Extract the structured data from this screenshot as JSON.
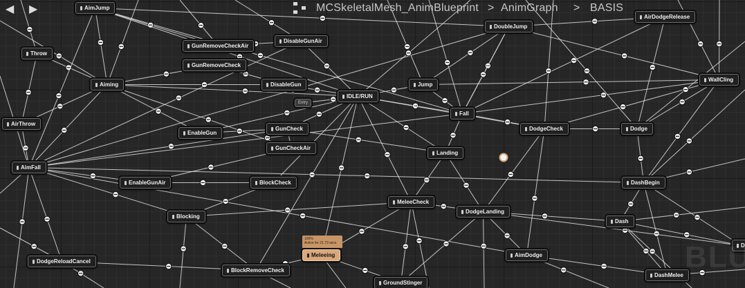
{
  "toolbar": {
    "back_glyph": "◀",
    "forward_glyph": "▶"
  },
  "breadcrumb": {
    "asset": "MCSkeletalMesh_AnimBlueprint",
    "sep1": ">",
    "graph": "AnimGraph",
    "sep2": ">",
    "state_machine": "BASIS"
  },
  "watermark": "BLU",
  "entry_label": "Entry",
  "active_state": {
    "line1": "100%",
    "line2": "Active for 21.73 secs",
    "accent": "#d9a77a"
  },
  "colors": {
    "wire": "#e8e8e8",
    "node_bg": "#202020",
    "grid": "#262626"
  },
  "states": {
    "aimjump": "AimJump",
    "doublejump": "DoubleJump",
    "airdodgerelease": "AirDodgeRelease",
    "throw": "Throw",
    "gunremovecheckair": "GunRemoveCheckAir",
    "disablegunair": "DisableGunAir",
    "gunremovecheck": "GunRemoveCheck",
    "aiming": "Aiming",
    "disablegun": "DisableGun",
    "idlerun": "IDLE/RUN",
    "jump": "Jump",
    "wallcling": "WallCling",
    "fall": "Fall",
    "airthrow": "AirThrow",
    "enablegun": "EnableGun",
    "guncheck": "GunCheck",
    "dodgecheck": "DodgeCheck",
    "dodge": "Dodge",
    "guncheckair": "GunCheckAir",
    "landing": "Landing",
    "aimfall": "AimFall",
    "enablegunair": "EnableGunAir",
    "blockcheck": "BlockCheck",
    "dashbegin": "DashBegin",
    "meleecheck": "MeleeCheck",
    "dodgelanding": "DodgeLanding",
    "blocking": "Blocking",
    "dash": "Dash",
    "meleeing": "Meleeing",
    "aimdodge": "AimDodge",
    "d_partial": "D",
    "dodgereloadcancel": "DodgeReloadCancel",
    "blockremovecheck": "BlockRemoveCheck",
    "dashmelee": "DashMelee",
    "groundstinger": "GroundStinger"
  }
}
